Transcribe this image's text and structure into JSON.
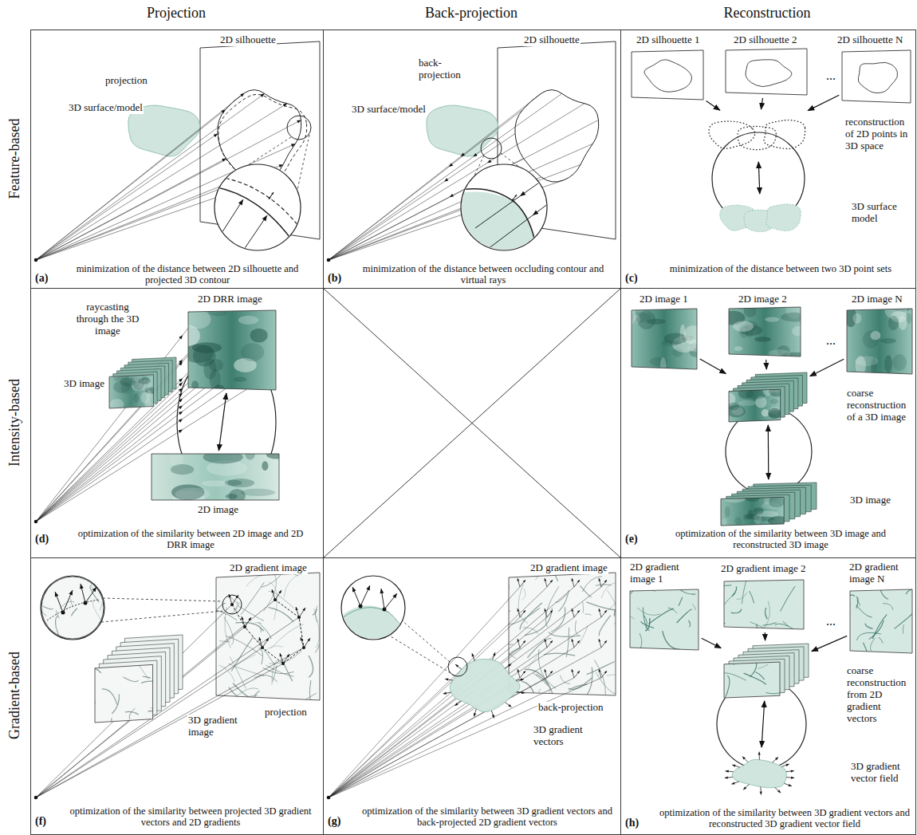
{
  "diagram": {
    "nodes": [
      {
        "text": [
          "2D silhouette",
          "projection",
          "3D surface/model",
          "(a)",
          "minimization of the distance between 2D silhouette and projected 3D contour"
        ]
      },
      {
        "text": [
          "2D silhouette",
          "back-projection",
          "3D surface/model",
          "(b)",
          "minimization of the distance between occluding contour and virtual rays"
        ]
      },
      {
        "text": [
          "...",
          "(c)",
          "minimization of the distance between two 3D point sets"
        ]
      },
      {
        "text": [
          "2D silhouette 1"
        ],
        "in": 2
      },
      {
        "text": [
          "2D silhouette 2"
        ],
        "in": 2
      },
      {
        "text": [
          "2D silhouette N"
        ],
        "in": 2
      },
      {
        "text": [
          "reconstruction of 2D points in 3D space"
        ],
        "in": 2
      },
      {
        "text": [
          "3D surface model"
        ],
        "in": 2
      },
      {
        "text": [
          "raycasting through the 3D image",
          "3D image",
          "(d)",
          "optimization of the similarity between 2D image and 2D DRR image"
        ]
      },
      {
        "text": [
          "2D DRR image"
        ],
        "in": 8
      },
      {
        "text": [
          "2D image"
        ],
        "in": 8
      },
      {
        "text": [
          "...",
          "(e)",
          "optimization of the similarity between 3D image and reconstructed 3D image"
        ]
      },
      {
        "text": [
          "2D image 1"
        ],
        "in": 11
      },
      {
        "text": [
          "2D image 2"
        ],
        "in": 11
      },
      {
        "text": [
          "2D image N"
        ],
        "in": 11
      },
      {
        "text": [
          "coarse reconstruction of a 3D image"
        ],
        "in": 11
      },
      {
        "text": [
          "3D image"
        ],
        "in": 11
      },
      {
        "text": [
          "2D gradient image",
          "3D gradient image",
          "projection",
          "(f)",
          "optimization of the similarity between projected 3D gradient vectors and 2D gradients"
        ]
      },
      {
        "text": [
          "2D gradient image",
          "back-projection",
          "3D gradient vectors",
          "(g)",
          "optimization of the similarity between 3D gradient vectors and back-projected 2D gradient vectors"
        ]
      },
      {
        "text": [
          "...",
          "(h)",
          "optimization of the similarity between 3D gradient vectors and reconstructed 3D gradient vector field"
        ]
      },
      {
        "text": [
          "2D gradient image 1"
        ],
        "in": 19
      },
      {
        "text": [
          "2D gradient image 2"
        ],
        "in": 19
      },
      {
        "text": [
          "2D gradient image N"
        ],
        "in": 19
      },
      {
        "text": [
          "coarse reconstruction from 2D gradient vectors"
        ],
        "in": 19
      },
      {
        "text": [
          "3D gradient vector field"
        ],
        "in": 19
      }
    ],
    "edges": [
      {
        "from": 3,
        "to": 6,
        "arrow": "to"
      },
      {
        "from": 4,
        "to": 6,
        "arrow": "to"
      },
      {
        "from": 5,
        "to": 6,
        "arrow": "to"
      },
      {
        "from": 6,
        "to": 7,
        "arrow": "both"
      },
      {
        "from": 9,
        "to": 10,
        "arrow": "both"
      },
      {
        "from": 12,
        "to": 15,
        "arrow": "to"
      },
      {
        "from": 13,
        "to": 15,
        "arrow": "to"
      },
      {
        "from": 14,
        "to": 15,
        "arrow": "to"
      },
      {
        "from": 15,
        "to": 16,
        "arrow": "both"
      },
      {
        "from": 20,
        "to": 23,
        "arrow": "to"
      },
      {
        "from": 21,
        "to": 23,
        "arrow": "to"
      },
      {
        "from": 22,
        "to": 23,
        "arrow": "to"
      },
      {
        "from": 23,
        "to": 24,
        "arrow": "both"
      }
    ],
    "labels": [
      "Projection",
      "Back-projection",
      "Reconstruction",
      "Feature-based",
      "Intensity-based",
      "Gradient-based"
    ]
  }
}
